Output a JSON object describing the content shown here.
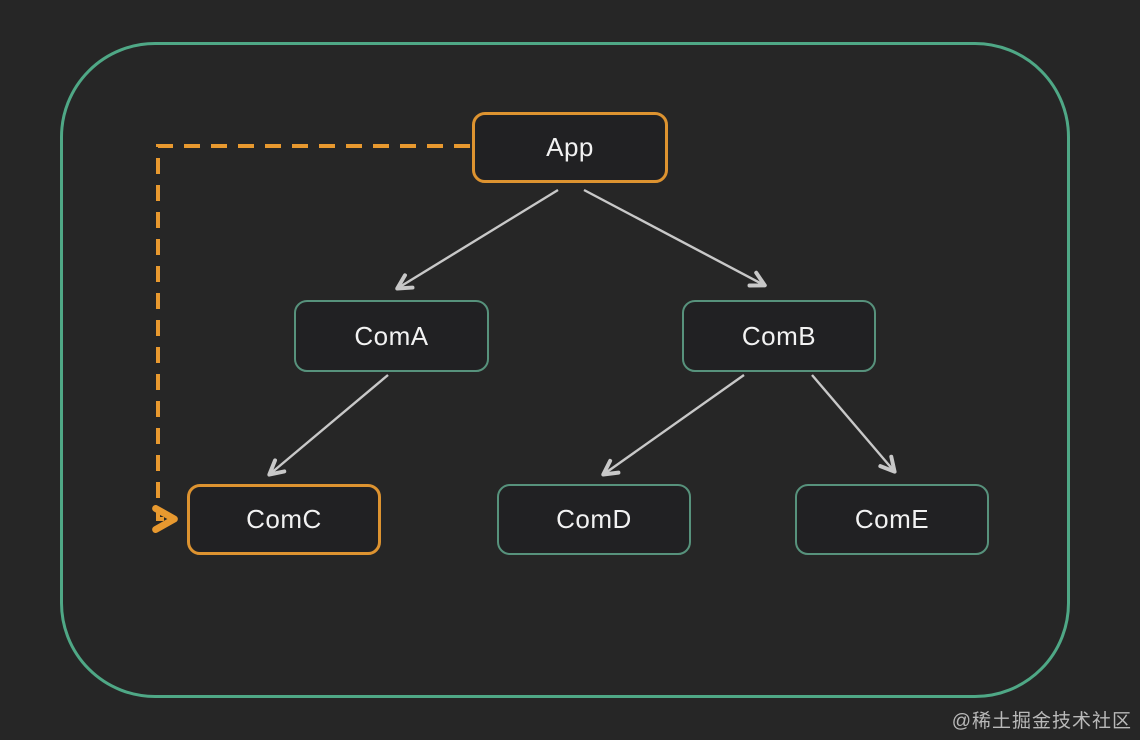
{
  "nodes": [
    {
      "id": "app",
      "label": "App",
      "variant": "orange"
    },
    {
      "id": "comA",
      "label": "ComA",
      "variant": "teal"
    },
    {
      "id": "comB",
      "label": "ComB",
      "variant": "teal"
    },
    {
      "id": "comC",
      "label": "ComC",
      "variant": "orange"
    },
    {
      "id": "comD",
      "label": "ComD",
      "variant": "teal"
    },
    {
      "id": "comE",
      "label": "ComE",
      "variant": "teal"
    }
  ],
  "edges": {
    "solid": [
      {
        "from": "App",
        "to": "ComA"
      },
      {
        "from": "App",
        "to": "ComB"
      },
      {
        "from": "ComA",
        "to": "ComC"
      },
      {
        "from": "ComB",
        "to": "ComD"
      },
      {
        "from": "ComB",
        "to": "ComE"
      }
    ],
    "dashed": [
      {
        "from": "App",
        "to": "ComC",
        "style": "orange-dashed"
      }
    ]
  },
  "watermark": {
    "text": "@稀土掘金技术社区"
  },
  "colors": {
    "background": "#262626",
    "frame_border": "#4fa886",
    "node_fill": "#212123",
    "orange_accent": "#dd9330",
    "orange_dash": "#e8992f",
    "teal_node_border": "#57927c",
    "arrow": "#c8c8c8",
    "text": "#f2f2f2",
    "watermark_text": "#b9b9b9"
  }
}
